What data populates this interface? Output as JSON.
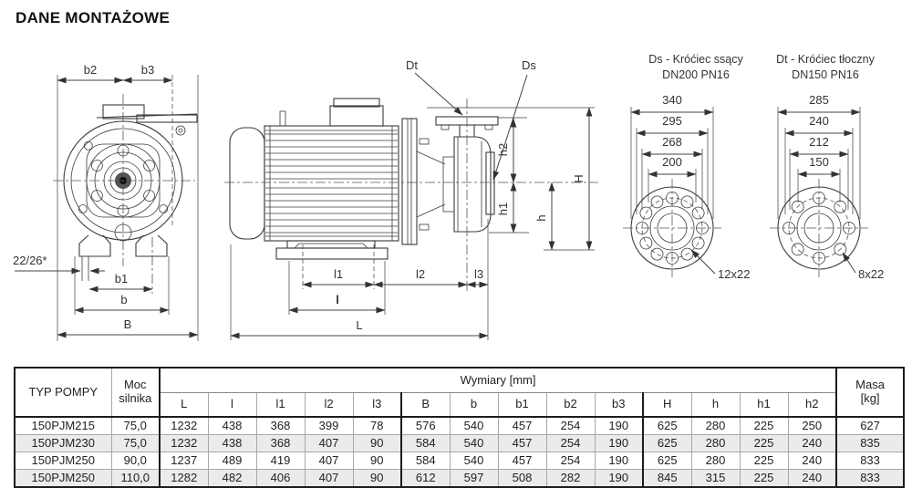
{
  "page": {
    "title": "DANE MONTAŻOWE"
  },
  "front_view": {
    "b2": "b2",
    "b3": "b3",
    "foot_slot": "22/26*",
    "b1": "b1",
    "b": "b",
    "B": "B"
  },
  "side_view": {
    "dt": "Dt",
    "ds": "Ds",
    "h2": "h2",
    "h1": "h1",
    "h": "h",
    "H": "H",
    "l1": "l1",
    "l2": "l2",
    "l3": "l3",
    "l": "l",
    "L": "L"
  },
  "suction_flange": {
    "title": "Ds - Króćiec ssący",
    "subtitle": "DN200 PN16",
    "dia1": "340",
    "dia2": "295",
    "dia3": "268",
    "dia4": "200",
    "holes": "12x22"
  },
  "discharge_flange": {
    "title": "Dt - Króćiec tłoczny",
    "subtitle": "DN150 PN16",
    "dia1": "285",
    "dia2": "240",
    "dia3": "212",
    "dia4": "150",
    "holes": "8x22"
  },
  "table": {
    "header": {
      "type": "TYP POMPY",
      "power_l1": "Moc",
      "power_l2": "silnika",
      "dims": "Wymiary [mm]",
      "mass_l1": "Masa",
      "mass_l2": "[kg]",
      "dim_cols": [
        "L",
        "l",
        "l1",
        "l2",
        "l3",
        "B",
        "b",
        "b1",
        "b2",
        "b3",
        "H",
        "h",
        "h1",
        "h2"
      ]
    },
    "rows": [
      {
        "type": "150PJM215",
        "power": "75,0",
        "dims": [
          "1232",
          "438",
          "368",
          "399",
          "78",
          "576",
          "540",
          "457",
          "254",
          "190",
          "625",
          "280",
          "225",
          "250"
        ],
        "mass": "627"
      },
      {
        "type": "150PJM230",
        "power": "75,0",
        "dims": [
          "1232",
          "438",
          "368",
          "407",
          "90",
          "584",
          "540",
          "457",
          "254",
          "190",
          "625",
          "280",
          "225",
          "240"
        ],
        "mass": "835"
      },
      {
        "type": "150PJM250",
        "power": "90,0",
        "dims": [
          "1237",
          "489",
          "419",
          "407",
          "90",
          "584",
          "540",
          "457",
          "254",
          "190",
          "625",
          "280",
          "225",
          "240"
        ],
        "mass": "833"
      },
      {
        "type": "150PJM250",
        "power": "110,0",
        "dims": [
          "1282",
          "482",
          "406",
          "407",
          "90",
          "612",
          "597",
          "508",
          "282",
          "190",
          "845",
          "315",
          "225",
          "240"
        ],
        "mass": "833"
      }
    ]
  }
}
